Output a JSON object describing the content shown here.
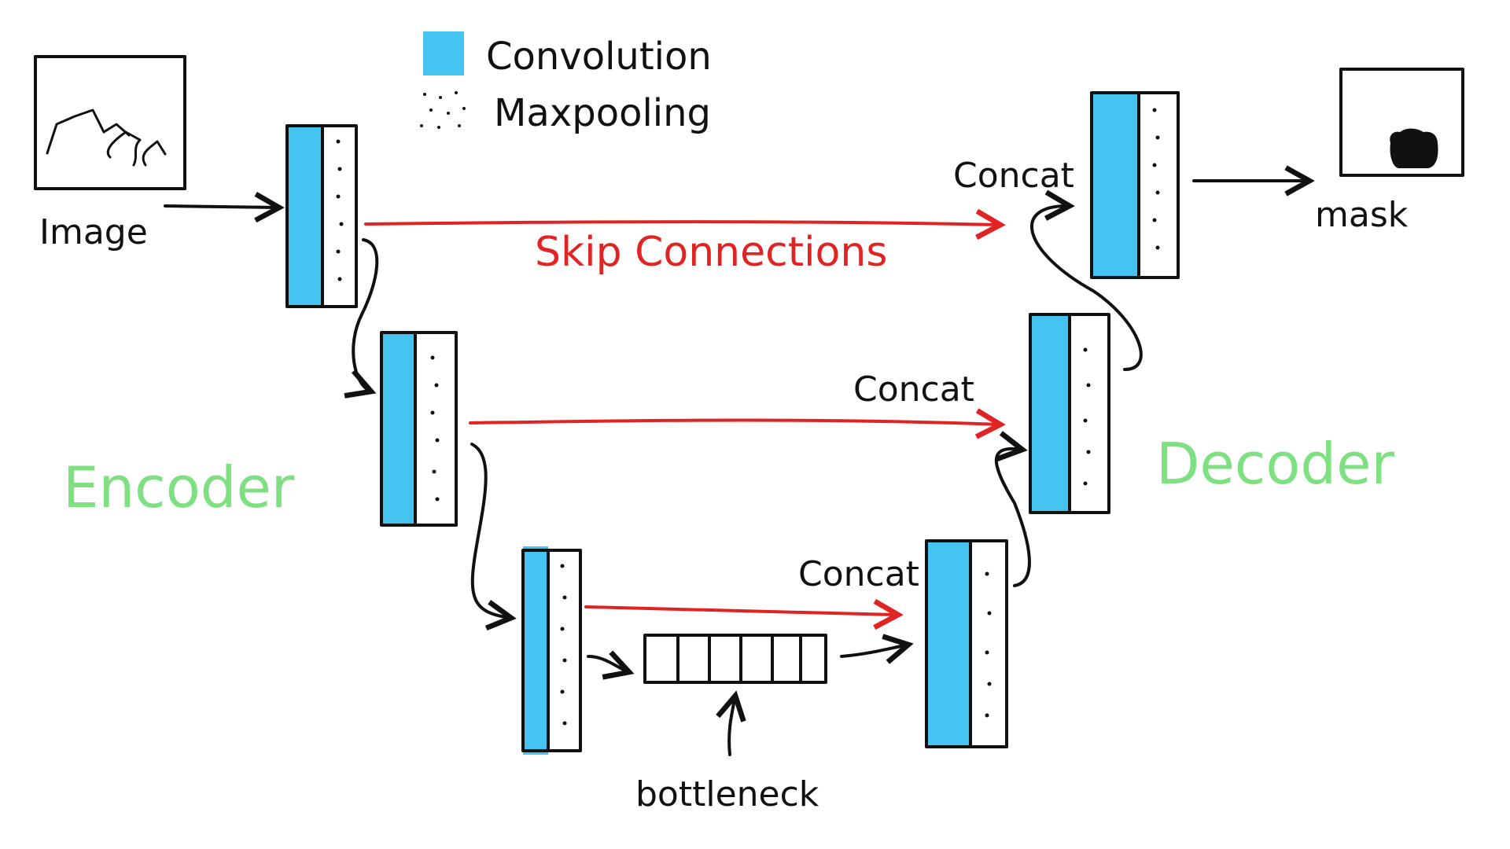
{
  "legend": {
    "convolution_label": "Convolution",
    "maxpooling_label": "Maxpooling"
  },
  "labels": {
    "image": "Image",
    "mask": "mask",
    "skip_connections": "Skip Connections",
    "encoder": "Encoder",
    "decoder": "Decoder",
    "bottleneck": "bottleneck",
    "concat_top": "Concat",
    "concat_middle": "Concat",
    "concat_bottom": "Concat"
  },
  "colors": {
    "convolution": "#45c4f2",
    "skip_arrow": "#e02424",
    "section_label": "#7ee081",
    "ink": "#111111"
  }
}
